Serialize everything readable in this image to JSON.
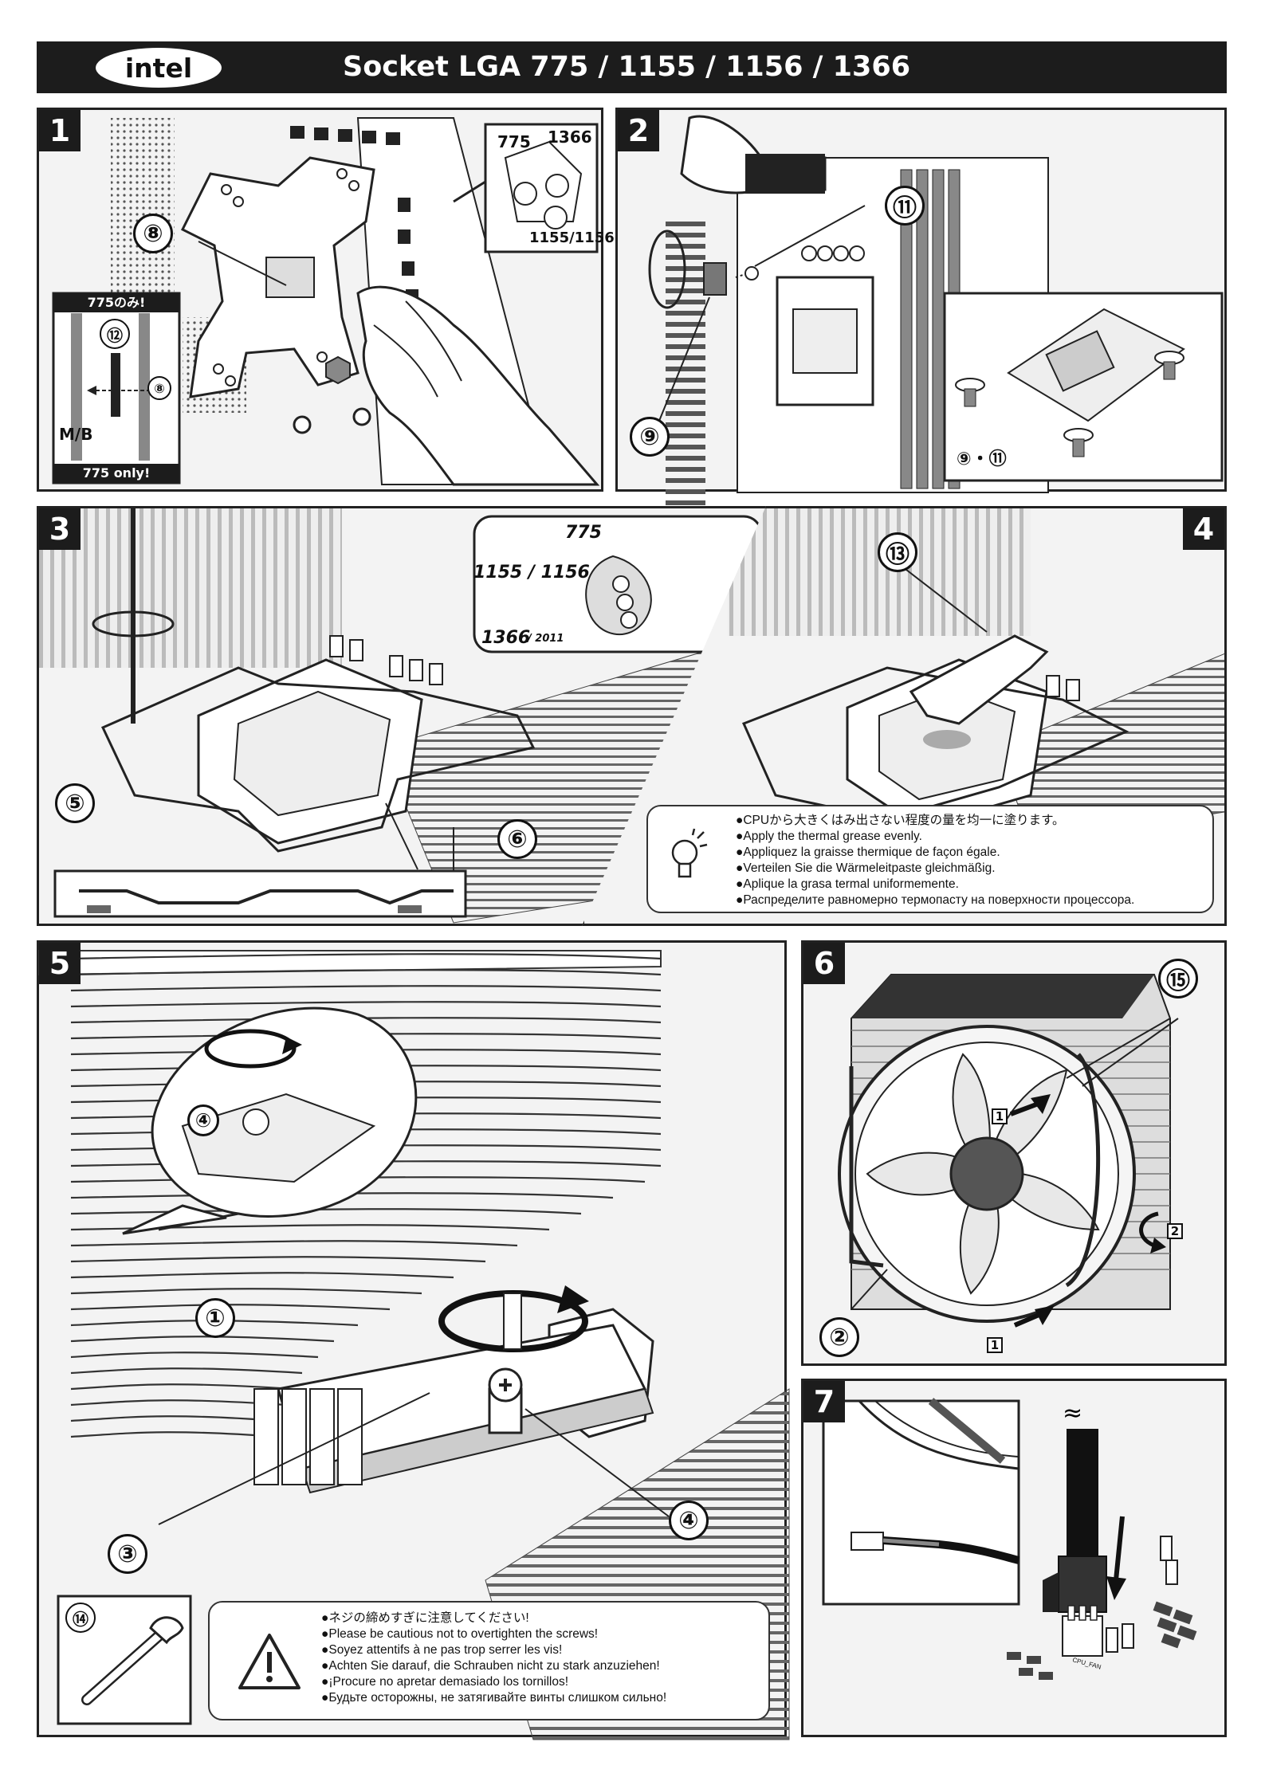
{
  "header": {
    "logo": "intel",
    "title": "Socket LGA 775 / 1155 / 1156 / 1366"
  },
  "steps": [
    "1",
    "2",
    "3",
    "4",
    "5",
    "6",
    "7"
  ],
  "step1": {
    "part": "⑧",
    "callout": {
      "a": "775",
      "b": "1366",
      "c": "1155/1156"
    },
    "inset_top": "775のみ!",
    "inset_part": "⑫",
    "inset_part2": "⑧",
    "inset_mb": "M/B",
    "inset_bottom": "775 only!"
  },
  "step2": {
    "part_a": "⑪",
    "part_b": "⑨",
    "inset_label": "⑨・⑪"
  },
  "step3": {
    "part_a": "⑤",
    "part_b": "⑥",
    "callout": {
      "a": "775",
      "b": "1155 / 1156",
      "c": "1366",
      "c_small": "/ 2011"
    }
  },
  "step4": {
    "part": "⑬",
    "notes": [
      "●CPUから大きくはみ出さない程度の量を均一に塗ります。",
      "●Apply the thermal grease evenly.",
      "●Appliquez la graisse thermique de façon égale.",
      "●Verteilen Sie die Wärmeleitpaste gleichmäßig.",
      "●Aplique la grasa termal uniformemente.",
      "●Распределите равномерно   термопасту   на поверхности процессора."
    ]
  },
  "step5": {
    "part_1": "①",
    "part_3": "③",
    "part_4a": "④",
    "part_4b": "④",
    "part_14": "⑭",
    "notes": [
      "●ネジの締めすぎに注意してください!",
      "●Please be cautious not to overtighten the screws!",
      "●Soyez attentifs à ne pas trop serrer les vis!",
      "●Achten Sie darauf, die Schrauben nicht zu stark anzuziehen!",
      "●¡Procure no apretar demasiado los tornillos!",
      "●Будьте осторожны, не затягивайте винты слишком сильно!"
    ]
  },
  "step6": {
    "part_15": "⑮",
    "part_2": "②",
    "marker_1a": "1",
    "marker_1b": "1",
    "marker_2": "2"
  },
  "step7": {
    "connector": "CPU_FAN"
  },
  "colors": {
    "dark": "#1c1c1c",
    "panel": "#f3f3f3",
    "line": "#222222"
  }
}
